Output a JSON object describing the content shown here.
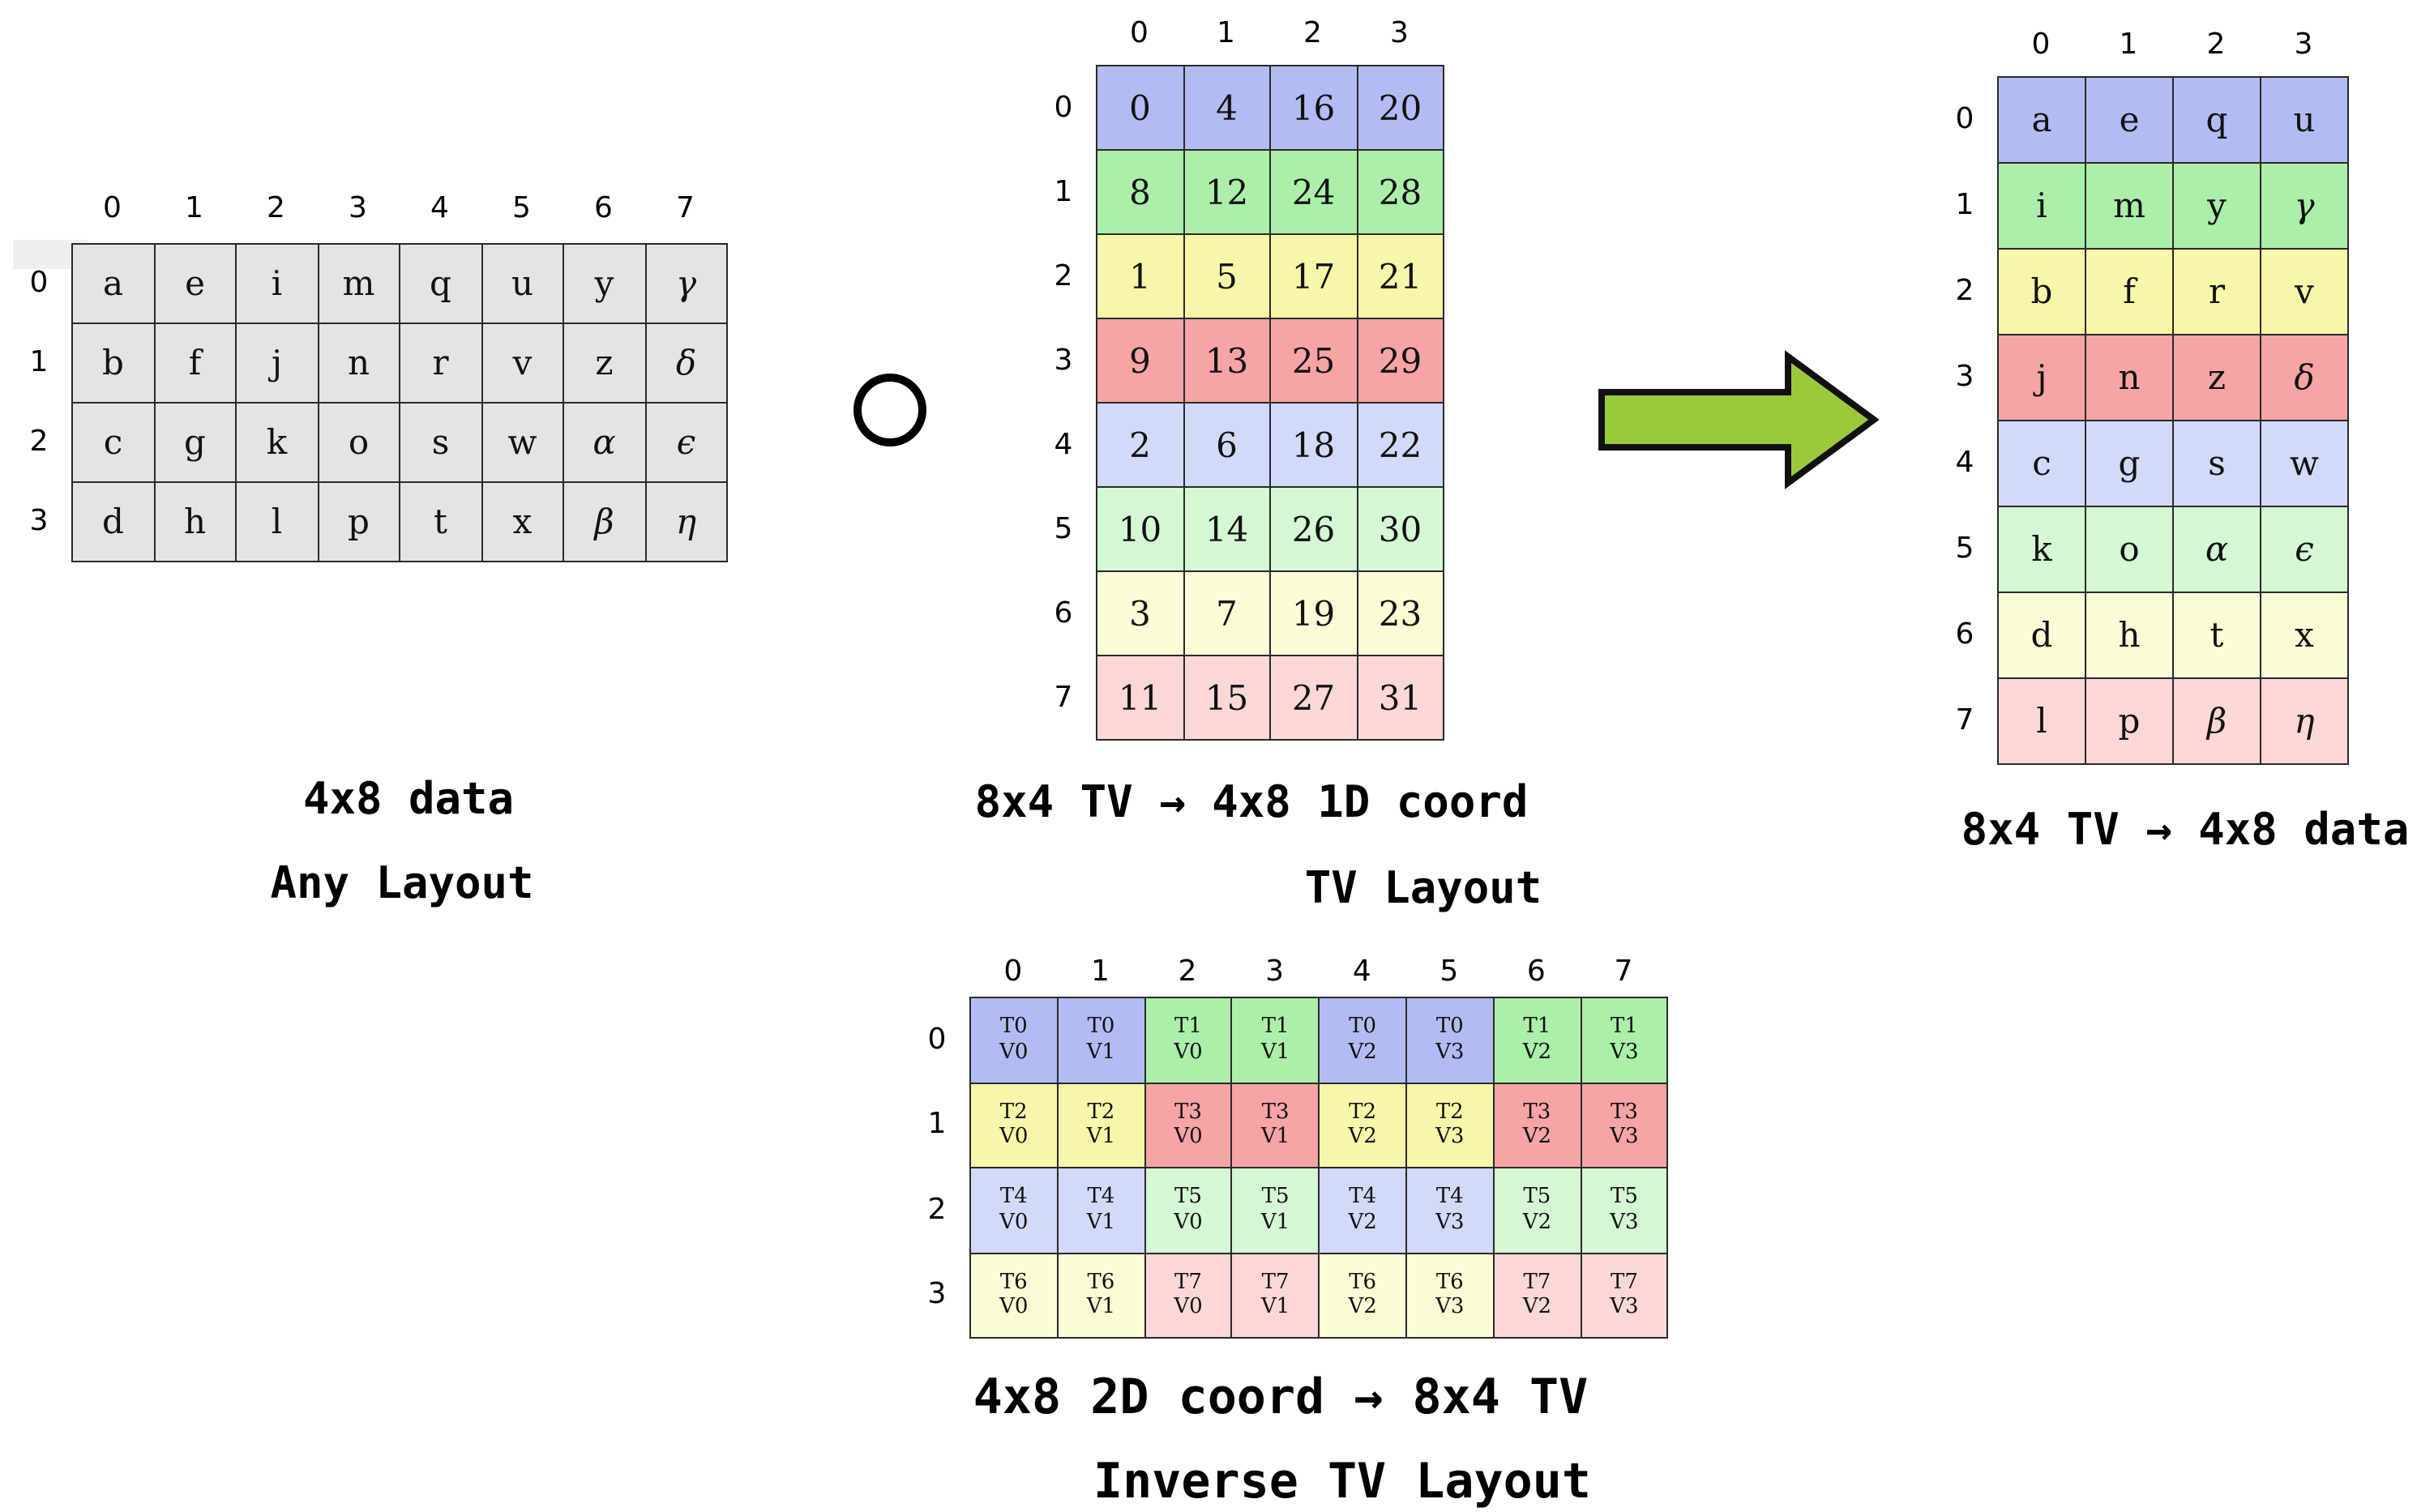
{
  "figure": {
    "compose_symbol": "∘"
  },
  "colors": {
    "data_cell": "#e4e4e4",
    "thread_colors": [
      "#b3bcf2",
      "#abefab",
      "#f7f7a9",
      "#f7a4a4",
      "#d3d9f9",
      "#d4f7d4",
      "#fcfcd6",
      "#fcd7d7"
    ],
    "arrow_fill": "#9cc93c",
    "arrow_stroke": "#111111"
  },
  "data_grid": {
    "caption_line1": "4x8 data",
    "caption_line2": "Any Layout",
    "col_headers": [
      "0",
      "1",
      "2",
      "3",
      "4",
      "5",
      "6",
      "7"
    ],
    "row_headers": [
      "0",
      "1",
      "2",
      "3"
    ],
    "rows": [
      [
        "a",
        "e",
        "i",
        "m",
        "q",
        "u",
        "y",
        "γ"
      ],
      [
        "b",
        "f",
        "j",
        "n",
        "r",
        "v",
        "z",
        "δ"
      ],
      [
        "c",
        "g",
        "k",
        "o",
        "s",
        "w",
        "α",
        "ϵ"
      ],
      [
        "d",
        "h",
        "l",
        "p",
        "t",
        "x",
        "β",
        "η"
      ]
    ]
  },
  "tv_grid": {
    "caption_line1": "8x4 TV → 4x8 1D coord",
    "caption_line2": "TV Layout",
    "col_headers": [
      "0",
      "1",
      "2",
      "3"
    ],
    "row_headers": [
      "0",
      "1",
      "2",
      "3",
      "4",
      "5",
      "6",
      "7"
    ],
    "rows": [
      [
        "0",
        "4",
        "16",
        "20"
      ],
      [
        "8",
        "12",
        "24",
        "28"
      ],
      [
        "1",
        "5",
        "17",
        "21"
      ],
      [
        "9",
        "13",
        "25",
        "29"
      ],
      [
        "2",
        "6",
        "18",
        "22"
      ],
      [
        "10",
        "14",
        "26",
        "30"
      ],
      [
        "3",
        "7",
        "19",
        "23"
      ],
      [
        "11",
        "15",
        "27",
        "31"
      ]
    ]
  },
  "result_grid": {
    "caption": "8x4 TV → 4x8 data",
    "col_headers": [
      "0",
      "1",
      "2",
      "3"
    ],
    "row_headers": [
      "0",
      "1",
      "2",
      "3",
      "4",
      "5",
      "6",
      "7"
    ],
    "rows": [
      [
        "a",
        "e",
        "q",
        "u"
      ],
      [
        "i",
        "m",
        "y",
        "γ"
      ],
      [
        "b",
        "f",
        "r",
        "v"
      ],
      [
        "j",
        "n",
        "z",
        "δ"
      ],
      [
        "c",
        "g",
        "s",
        "w"
      ],
      [
        "k",
        "o",
        "α",
        "ϵ"
      ],
      [
        "d",
        "h",
        "t",
        "x"
      ],
      [
        "l",
        "p",
        "β",
        "η"
      ]
    ]
  },
  "inverse_grid": {
    "caption_line1": "4x8 2D coord → 8x4 TV",
    "caption_line2": "Inverse TV Layout",
    "col_headers": [
      "0",
      "1",
      "2",
      "3",
      "4",
      "5",
      "6",
      "7"
    ],
    "row_headers": [
      "0",
      "1",
      "2",
      "3"
    ],
    "rows": [
      [
        {
          "t": "T0",
          "v": "V0",
          "c": 0
        },
        {
          "t": "T0",
          "v": "V1",
          "c": 0
        },
        {
          "t": "T1",
          "v": "V0",
          "c": 1
        },
        {
          "t": "T1",
          "v": "V1",
          "c": 1
        },
        {
          "t": "T0",
          "v": "V2",
          "c": 0
        },
        {
          "t": "T0",
          "v": "V3",
          "c": 0
        },
        {
          "t": "T1",
          "v": "V2",
          "c": 1
        },
        {
          "t": "T1",
          "v": "V3",
          "c": 1
        }
      ],
      [
        {
          "t": "T2",
          "v": "V0",
          "c": 2
        },
        {
          "t": "T2",
          "v": "V1",
          "c": 2
        },
        {
          "t": "T3",
          "v": "V0",
          "c": 3
        },
        {
          "t": "T3",
          "v": "V1",
          "c": 3
        },
        {
          "t": "T2",
          "v": "V2",
          "c": 2
        },
        {
          "t": "T2",
          "v": "V3",
          "c": 2
        },
        {
          "t": "T3",
          "v": "V2",
          "c": 3
        },
        {
          "t": "T3",
          "v": "V3",
          "c": 3
        }
      ],
      [
        {
          "t": "T4",
          "v": "V0",
          "c": 4
        },
        {
          "t": "T4",
          "v": "V1",
          "c": 4
        },
        {
          "t": "T5",
          "v": "V0",
          "c": 5
        },
        {
          "t": "T5",
          "v": "V1",
          "c": 5
        },
        {
          "t": "T4",
          "v": "V2",
          "c": 4
        },
        {
          "t": "T4",
          "v": "V3",
          "c": 4
        },
        {
          "t": "T5",
          "v": "V2",
          "c": 5
        },
        {
          "t": "T5",
          "v": "V3",
          "c": 5
        }
      ],
      [
        {
          "t": "T6",
          "v": "V0",
          "c": 6
        },
        {
          "t": "T6",
          "v": "V1",
          "c": 6
        },
        {
          "t": "T7",
          "v": "V0",
          "c": 7
        },
        {
          "t": "T7",
          "v": "V1",
          "c": 7
        },
        {
          "t": "T6",
          "v": "V2",
          "c": 6
        },
        {
          "t": "T6",
          "v": "V3",
          "c": 6
        },
        {
          "t": "T7",
          "v": "V2",
          "c": 7
        },
        {
          "t": "T7",
          "v": "V3",
          "c": 7
        }
      ]
    ]
  }
}
